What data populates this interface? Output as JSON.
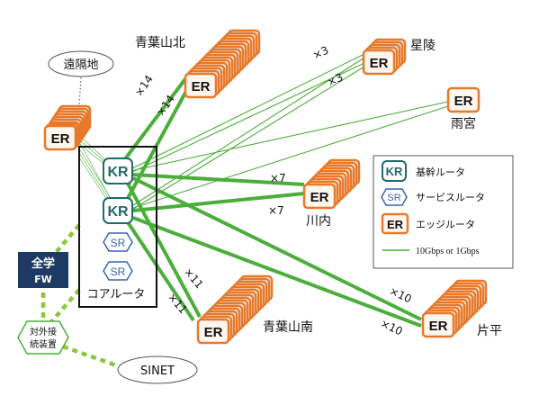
{
  "sites": {
    "aobayama_kita": "青葉山北",
    "hoshiryo": "星陵",
    "amamiya": "雨宮",
    "kawauchi": "川内",
    "aobayama_minami": "青葉山南",
    "katahira": "片平",
    "enkakuchi": "遠隔地"
  },
  "node_labels": {
    "er": "ER",
    "kr": "KR",
    "sr": "SR"
  },
  "core_label": "コアルータ",
  "fw": {
    "line1": "全学",
    "line2": "FW"
  },
  "external": {
    "line1": "対外接",
    "line2": "続装置"
  },
  "sinet": "SINET",
  "multipliers": {
    "aobayama_kita_a": "×14",
    "aobayama_kita_b": "×14",
    "hoshiryo_a": "×3",
    "hoshiryo_b": "×3",
    "kawauchi_a": "×7",
    "kawauchi_b": "×7",
    "aobayama_minami_a": "×11",
    "aobayama_minami_b": "×11",
    "katahira_a": "×10",
    "katahira_b": "×10"
  },
  "legend": {
    "kr": "基幹ルータ",
    "sr": "サービスルータ",
    "er": "エッジルータ",
    "link": "10Gbps or 1Gbps"
  },
  "colors": {
    "er_border": "#e8782a",
    "er_fill": "#fff6ee",
    "kr_border": "#1f6b6b",
    "sr_border": "#3a63b0",
    "link_green": "#4cae3a",
    "fw_navy": "#1d3a63",
    "dashed_green": "#8cc63f"
  }
}
